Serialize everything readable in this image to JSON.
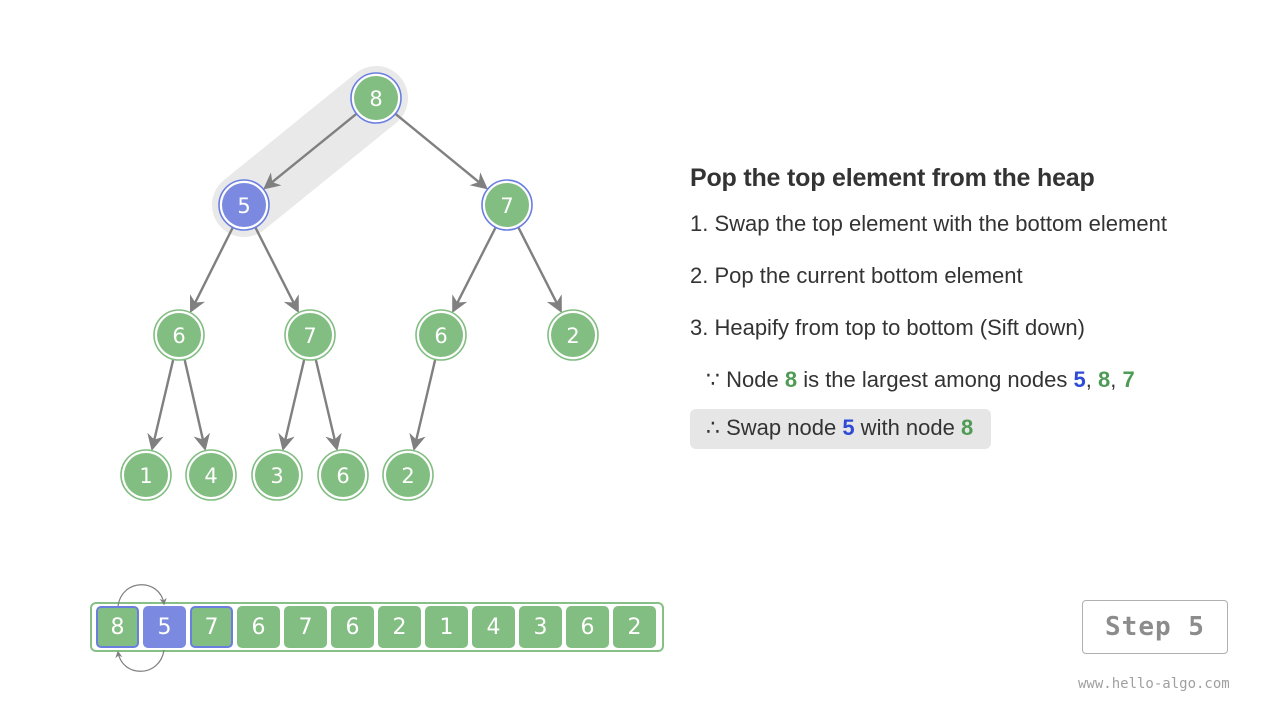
{
  "heap": {
    "nodes": [
      "8",
      "5",
      "7",
      "6",
      "7",
      "6",
      "2",
      "1",
      "4",
      "3",
      "6",
      "2"
    ],
    "highlighted_node": 1,
    "outlined_nodes": [
      0,
      2
    ]
  },
  "info": {
    "title": "Pop the top element from the heap",
    "step1": "1. Swap the top element with the bottom element",
    "step2": "2. Pop the current bottom element",
    "step3": "3. Heapify from top to bottom (Sift down)",
    "reason": {
      "prefix": "∵ Node ",
      "largest": "8",
      "middle": " is the largest among nodes ",
      "n1": "5",
      "sep1": ", ",
      "n2": "8",
      "sep2": ", ",
      "n3": "7"
    },
    "result": {
      "prefix": "∴ Swap node ",
      "a": "5",
      "middle": " with node ",
      "b": "8"
    }
  },
  "array": [
    "8",
    "5",
    "7",
    "6",
    "7",
    "6",
    "2",
    "1",
    "4",
    "3",
    "6",
    "2"
  ],
  "step_label": "Step 5",
  "watermark": "www.hello-algo.com",
  "colors": {
    "node_green": "#82bd82",
    "node_blue": "#7b8ae0",
    "node_ring_green": "#82bd82",
    "node_ring_blue": "#6a7ee0",
    "edge": "#808080",
    "highlight_band": "#e9e9e9",
    "text_blue": "#2f4bd6",
    "text_green": "#4f9b55"
  }
}
